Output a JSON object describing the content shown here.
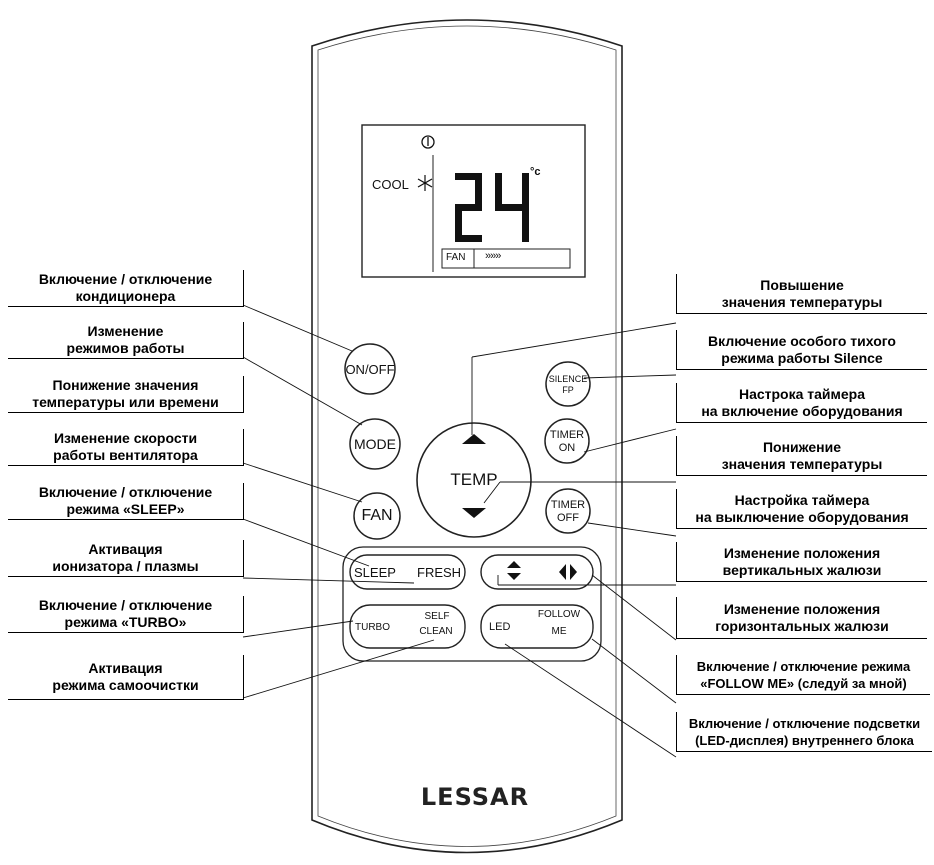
{
  "display": {
    "mode": "COOL",
    "temperature": "24",
    "unit": "°c",
    "fan_label": "FAN",
    "fan_level": "»»»"
  },
  "buttons": {
    "on_off": "ON/OFF",
    "mode": "MODE",
    "fan": "FAN",
    "temp": "TEMP",
    "silence": "SILENCE",
    "silence_fp": "FP",
    "timer_on_1": "TIMER",
    "timer_on_2": "ON",
    "timer_off_1": "TIMER",
    "timer_off_2": "OFF",
    "sleep": "SLEEP",
    "fresh": "FRESH",
    "turbo": "TURBO",
    "self": "SELF",
    "clean": "CLEAN",
    "led": "LED",
    "follow": "FOLLOW",
    "me": "ME"
  },
  "brand": "LESSAR",
  "labels_left": [
    {
      "line1": "Включение / отключение",
      "line2": "кондиционера"
    },
    {
      "line1": "Изменение",
      "line2": "режимов работы"
    },
    {
      "line1": "Понижение значения",
      "line2": "температуры или времени"
    },
    {
      "line1": "Изменение скорости",
      "line2": "работы вентилятора"
    },
    {
      "line1": "Включение / отключение",
      "line2": "режима «SLEEP»"
    },
    {
      "line1": "Активация",
      "line2": "ионизатора / плазмы"
    },
    {
      "line1": "Включение / отключение",
      "line2": "режима «TURBO»"
    },
    {
      "line1": "Активация",
      "line2": "режима самоочистки"
    }
  ],
  "labels_right": [
    {
      "line1": "Повышение",
      "line2": "значения температуры"
    },
    {
      "line1": "Включение особого тихого",
      "line2": "режима работы Silence"
    },
    {
      "line1": "Настрока таймера",
      "line2": "на включение оборудования"
    },
    {
      "line1": "Понижение",
      "line2": "значения температуры"
    },
    {
      "line1": "Настройка таймера",
      "line2": "на выключение оборудования"
    },
    {
      "line1": "Изменение положения",
      "line2": "вертикальных жалюзи"
    },
    {
      "line1": "Изменение положения",
      "line2": "горизонтальных жалюзи"
    },
    {
      "line1": "Включение / отключение режима",
      "line2": "«FOLLOW ME» (следуй за мной)"
    },
    {
      "line1": "Включение / отключение подсветки",
      "line2": "(LED-дисплея) внутреннего блока"
    }
  ]
}
